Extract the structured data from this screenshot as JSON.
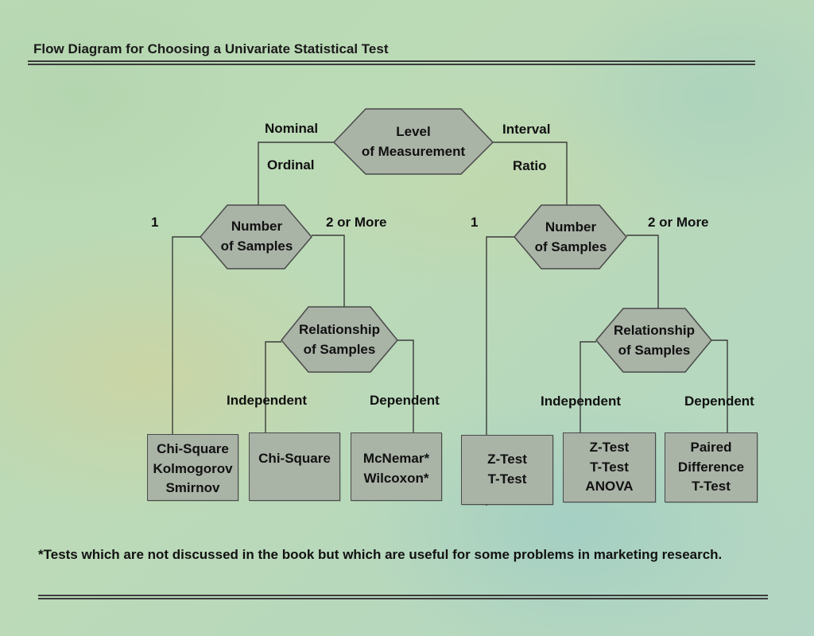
{
  "title": "Flow Diagram for Choosing a Univariate Statistical Test",
  "root": {
    "label": "Level\nof Measurement"
  },
  "branches": {
    "left_top": "Nominal",
    "left_bottom": "Ordinal",
    "right_top": "Interval",
    "right_bottom": "Ratio"
  },
  "left": {
    "samples_node": "Number\nof Samples",
    "one_label": "1",
    "more_label": "2 or More",
    "relationship_node": "Relationship\nof Samples",
    "independent_label": "Independent",
    "dependent_label": "Dependent",
    "box_one": "Chi-Square\nKolmogorov\nSmirnov",
    "box_independent": "Chi-Square",
    "box_dependent": "McNemar*\nWilcoxon*"
  },
  "right": {
    "samples_node": "Number\nof Samples",
    "one_label": "1",
    "more_label": "2 or More",
    "relationship_node": "Relationship\nof Samples",
    "independent_label": "Independent",
    "dependent_label": "Dependent",
    "box_one": "Z-Test\nT-Test",
    "box_independent": "Z-Test\nT-Test\nANOVA",
    "box_dependent": "Paired\nDifference\nT-Test"
  },
  "footnote": "*Tests which are not discussed in the book but which are useful for some problems in marketing research.",
  "colors": {
    "hexagon_fill": "#a9b3a6",
    "line": "#3c3c3c",
    "background": "#b9d9b6"
  }
}
